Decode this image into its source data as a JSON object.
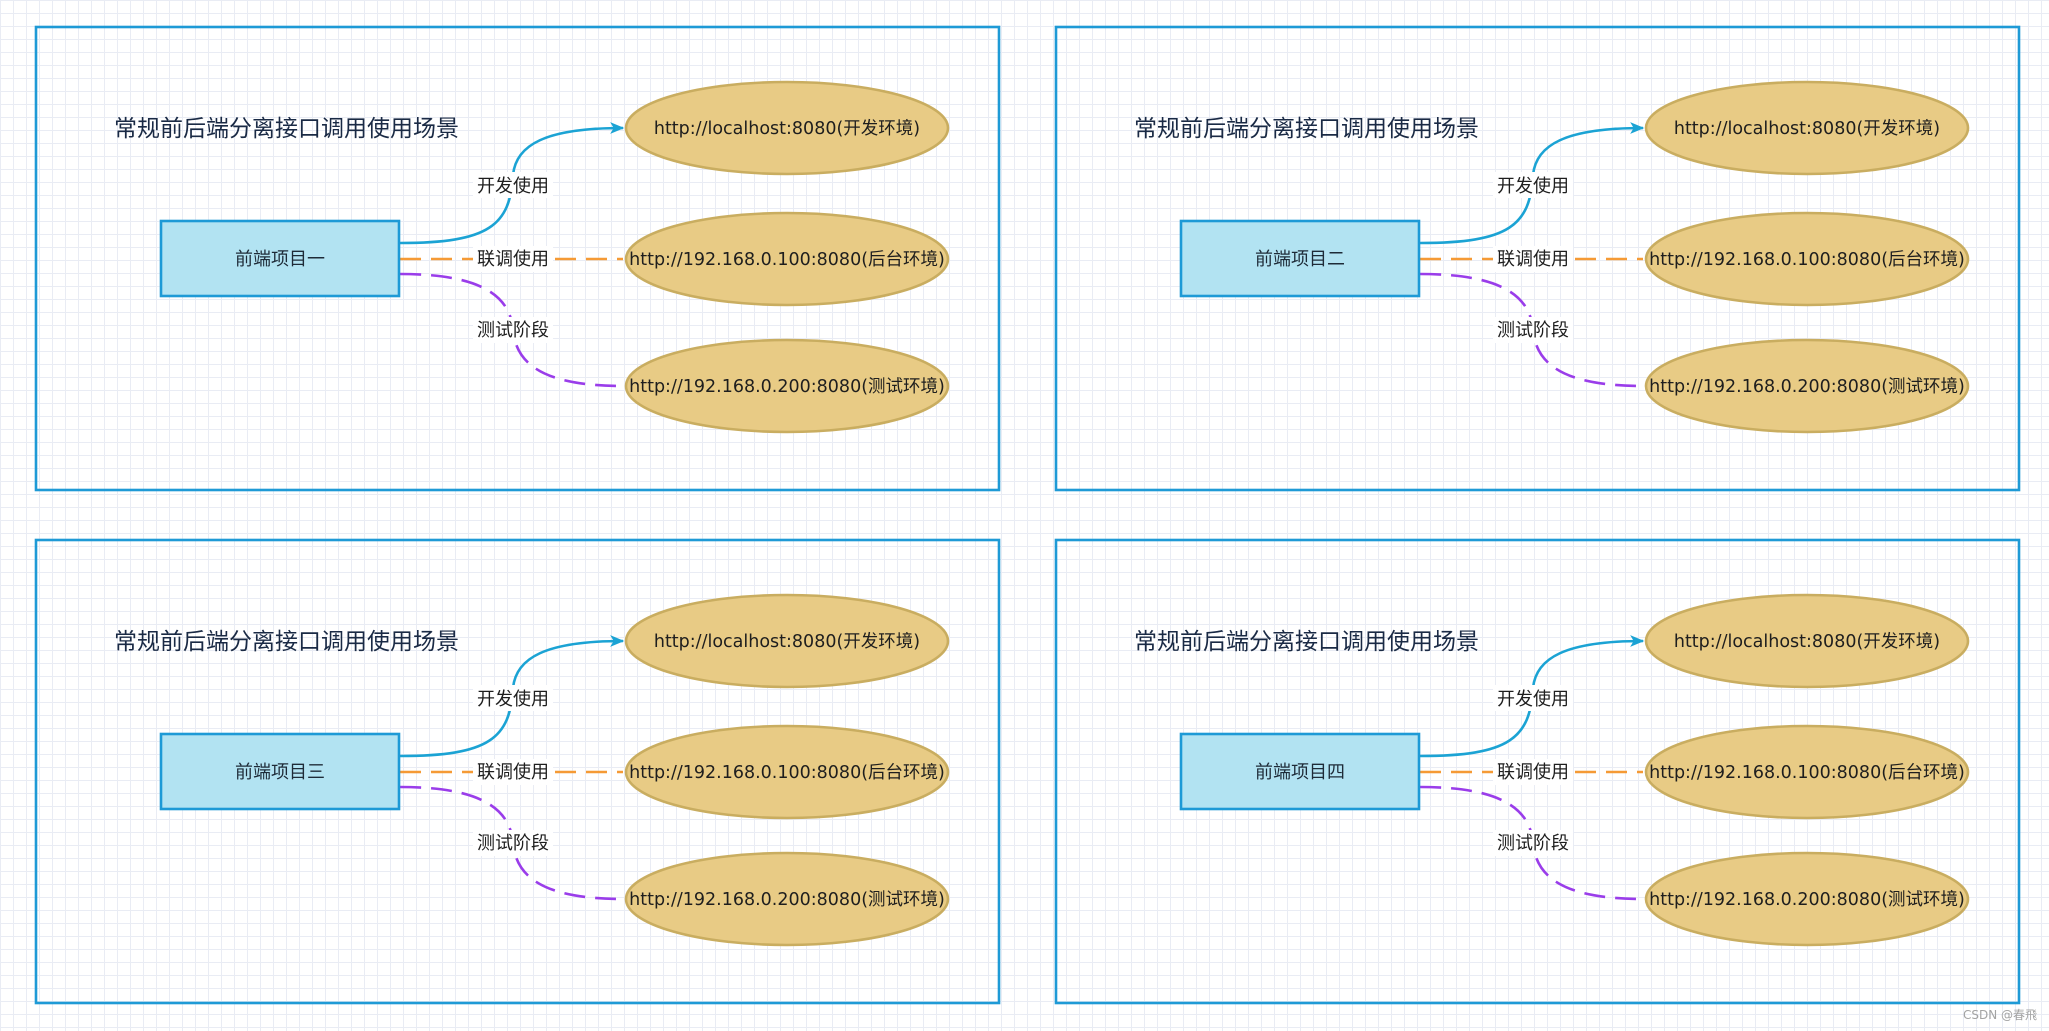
{
  "panels": [
    {
      "title": "常规前后端分离接口调用使用场景",
      "project": "前端项目一",
      "edges": [
        {
          "label": "开发使用",
          "target": "http://localhost:8080(开发环境)"
        },
        {
          "label": "联调使用",
          "target": "http://192.168.0.100:8080(后台环境)"
        },
        {
          "label": "测试阶段",
          "target": "http://192.168.0.200:8080(测试环境)"
        }
      ]
    },
    {
      "title": "常规前后端分离接口调用使用场景",
      "project": "前端项目二",
      "edges": [
        {
          "label": "开发使用",
          "target": "http://localhost:8080(开发环境)"
        },
        {
          "label": "联调使用",
          "target": "http://192.168.0.100:8080(后台环境)"
        },
        {
          "label": "测试阶段",
          "target": "http://192.168.0.200:8080(测试环境)"
        }
      ]
    },
    {
      "title": "常规前后端分离接口调用使用场景",
      "project": "前端项目三",
      "edges": [
        {
          "label": "开发使用",
          "target": "http://localhost:8080(开发环境)"
        },
        {
          "label": "联调使用",
          "target": "http://192.168.0.100:8080(后台环境)"
        },
        {
          "label": "测试阶段",
          "target": "http://192.168.0.200:8080(测试环境)"
        }
      ]
    },
    {
      "title": "常规前后端分离接口调用使用场景",
      "project": "前端项目四",
      "edges": [
        {
          "label": "开发使用",
          "target": "http://localhost:8080(开发环境)"
        },
        {
          "label": "联调使用",
          "target": "http://192.168.0.100:8080(后台环境)"
        },
        {
          "label": "测试阶段",
          "target": "http://192.168.0.200:8080(测试环境)"
        }
      ]
    }
  ],
  "colors": {
    "frame": "#1e9ad6",
    "project_fill": "#b2e3f2",
    "env_fill": "#e8cb85",
    "edge_dev": "#1ba3d4",
    "edge_joint": "#f59a35",
    "edge_test": "#9a3dea"
  },
  "watermark": "CSDN @春飛"
}
